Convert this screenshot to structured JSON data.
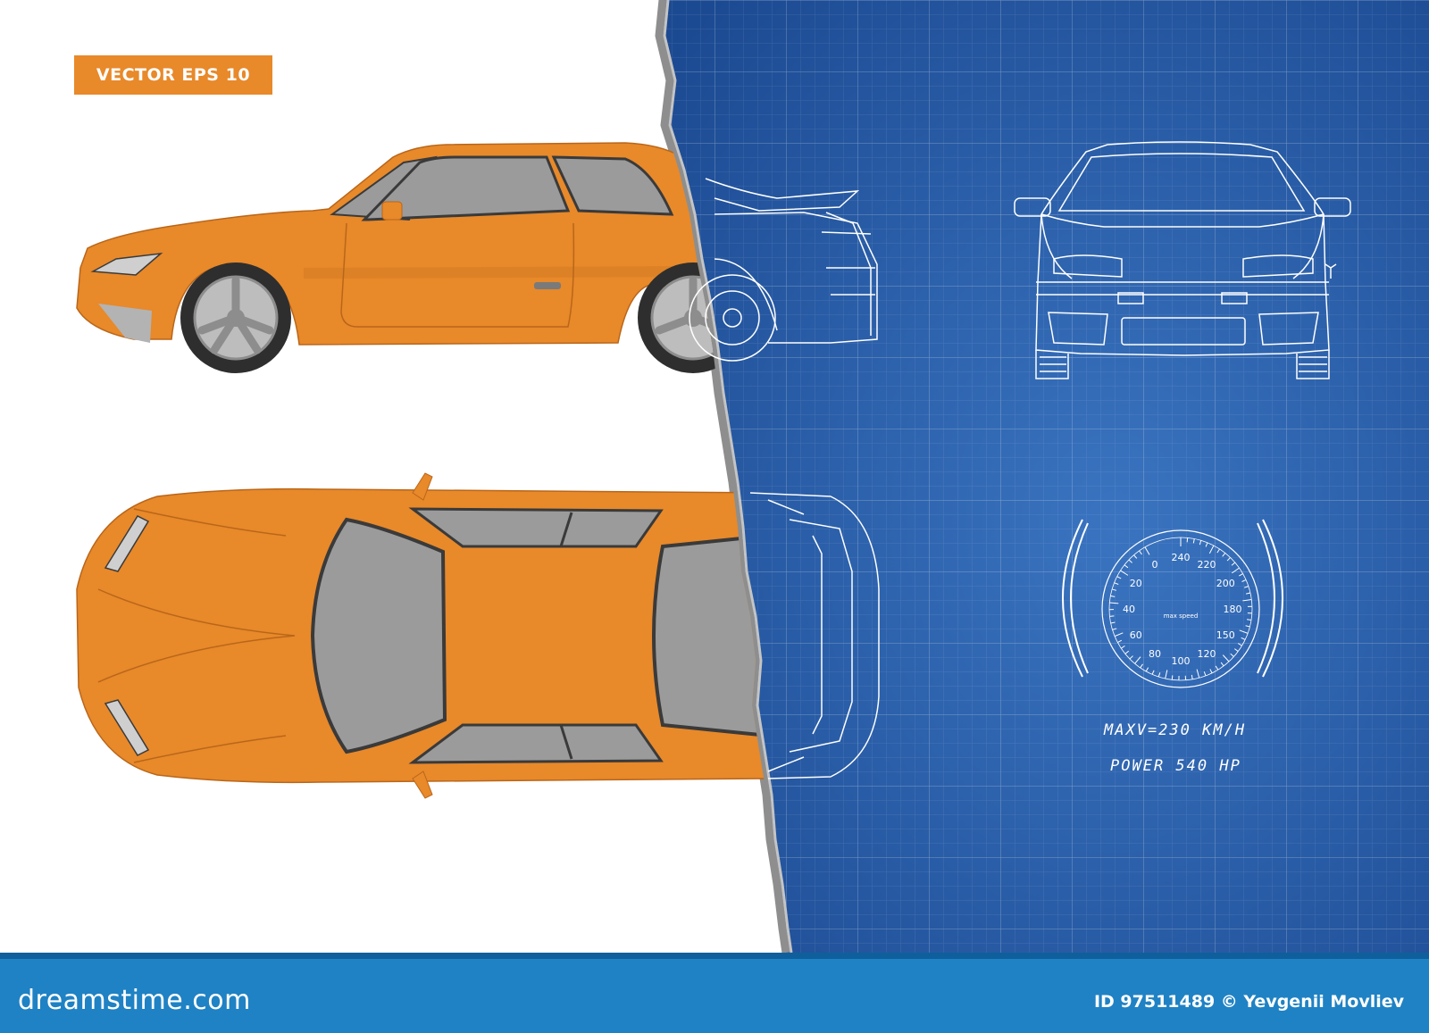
{
  "badge": {
    "label": "VECTOR EPS 10"
  },
  "speedometer": {
    "tick_labels": [
      "0",
      "20",
      "40",
      "60",
      "80",
      "100",
      "120",
      "150",
      "180",
      "200",
      "220",
      "240"
    ],
    "center_label": "max speed"
  },
  "specs": {
    "line1": "MAXV=230 KM/H",
    "line2": "POWER 540 HP"
  },
  "footer": {
    "brand": "dreamstime.com",
    "credit": "ID 97511489 © Yevgenii Movliev"
  },
  "colors": {
    "car_orange": "#e8892a",
    "blueprint_blue": "#2a5ea8",
    "footer_blue": "#1f82c4",
    "glass_gray": "#9b9b9b"
  }
}
